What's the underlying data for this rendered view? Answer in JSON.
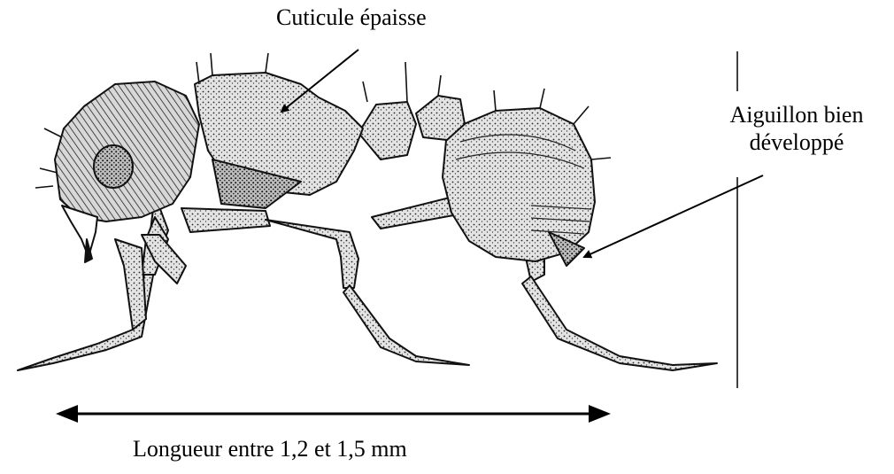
{
  "labels": {
    "cuticle": "Cuticule épaisse",
    "sting_line1": "Aiguillon bien",
    "sting_line2": "développé",
    "length": "Longueur entre 1,2 et 1,5 mm"
  },
  "colors": {
    "ink": "#000000",
    "background": "#ffffff",
    "body_fill": "#cfcfcf"
  },
  "illustration": "ant-side-view"
}
